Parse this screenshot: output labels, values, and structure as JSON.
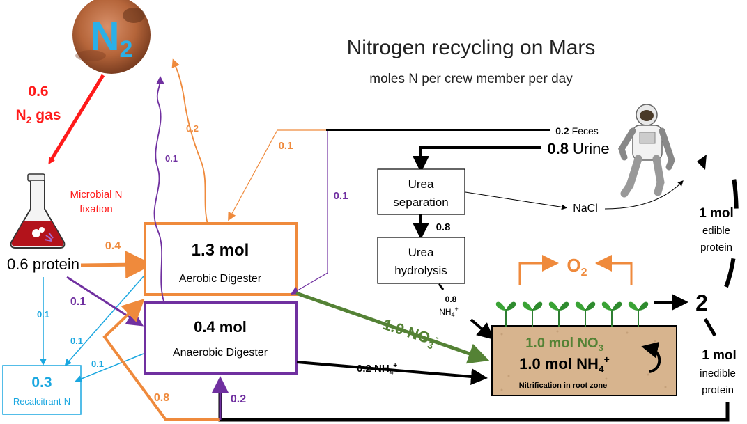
{
  "title": "Nitrogen recycling on Mars",
  "subtitle": "moles N per crew member per day",
  "colors": {
    "red": "#ff1a1a",
    "orange": "#ef8a3c",
    "purple": "#7030a0",
    "green": "#548235",
    "cyan": "#1aa7e0",
    "black": "#000000",
    "soil": "#d7b48e",
    "mars": "#b5653a"
  },
  "planet": {
    "label": "N",
    "subscript": "2"
  },
  "n2_input": {
    "value": "0.6",
    "label": "N",
    "sub": "2",
    "suffix": " gas"
  },
  "flask": {
    "fixation_label_1": "Microbial N",
    "fixation_label_2": "fixation",
    "protein_label": "0.6 protein"
  },
  "recalcitrant": {
    "value": "0.3",
    "label": "Recalcitrant-N"
  },
  "aerobic": {
    "amount": "1.3 mol",
    "label": "Aerobic Digester"
  },
  "anaerobic": {
    "amount": "0.4 mol",
    "label": "Anaerobic Digester"
  },
  "urea_sep": {
    "line1": "Urea",
    "line2": "separation"
  },
  "urea_hyd": {
    "line1": "Urea",
    "line2": "hydrolysis"
  },
  "nacl": "NaCl",
  "waste": {
    "feces_value": "0.2",
    "feces_label": "Feces",
    "urine_value": "0.8",
    "urine_label": "Urine"
  },
  "flows": {
    "protein_to_aerobic": "0.4",
    "protein_to_anaerobic": "0.1",
    "to_recalcitrant_main": "0.1",
    "aerobic_to_recalc": "0.1",
    "anaerobic_to_recalc": "0.1",
    "orange_out": "0.2",
    "purple_out": "0.1",
    "feces_to_aerobic": "0.1",
    "feces_to_anaerobic": "0.1",
    "bottom_orange": "0.8",
    "bottom_purple": "0.2",
    "sep_to_hyd": "0.8",
    "hyd_out_value": "0.8",
    "hyd_out_label": "NH",
    "hyd_out_sub": "4",
    "hyd_out_sup": "+",
    "no3_flow": "1.0 NO",
    "no3_sub": "3",
    "no3_sup": "-",
    "nh4_flow": "0.2 NH",
    "nh4_sub": "4",
    "nh4_sup": "+"
  },
  "o2": {
    "label": "O",
    "sub": "2"
  },
  "soil": {
    "no3_line": "1.0 mol NO",
    "no3_sub": "3",
    "nh4_line": "1.0 mol NH",
    "nh4_sub": "4",
    "nh4_sup": "+",
    "caption": "Nitrification in root zone"
  },
  "output": {
    "total": "2",
    "edible_amount": "1 mol",
    "edible_line1": "edible",
    "edible_line2": "protein",
    "inedible_amount": "1 mol",
    "inedible_line1": "inedible",
    "inedible_line2": "protein"
  }
}
